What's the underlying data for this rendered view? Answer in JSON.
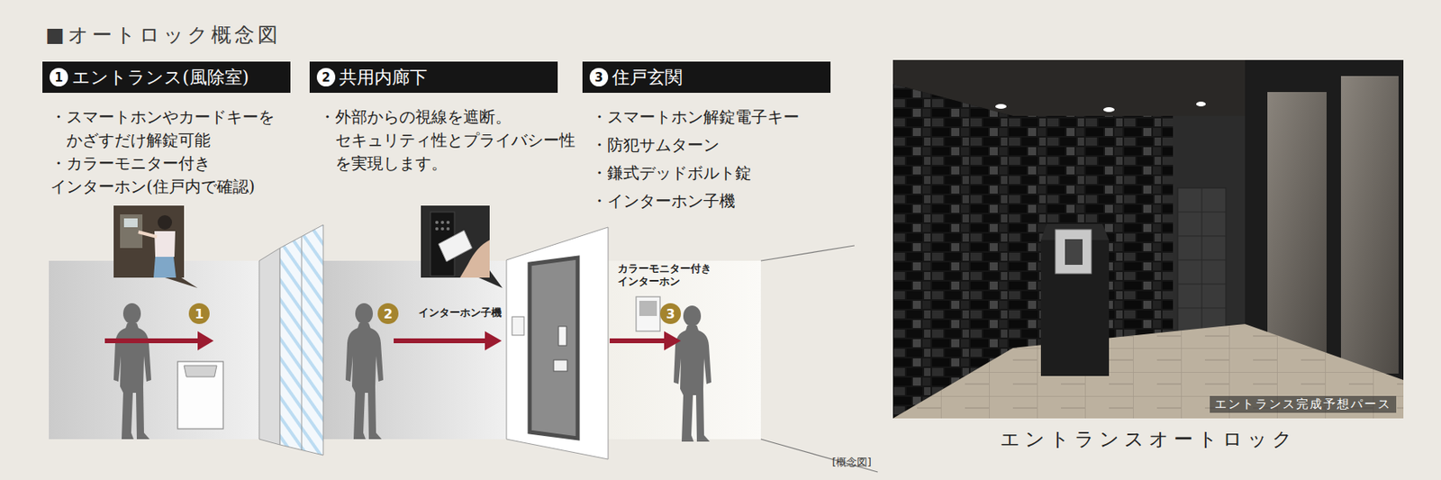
{
  "diagram": {
    "title": "■オートロック概念図",
    "caption": "エントランスオートロック",
    "nodes": [
      {
        "text": [
          "1",
          "エントランス(風除室)"
        ]
      },
      {
        "text": [
          "2",
          "共用内廊下"
        ]
      },
      {
        "text": [
          "3",
          "住戸玄関"
        ]
      },
      {
        "text": [
          "1"
        ]
      },
      {
        "text": [
          "2"
        ]
      },
      {
        "text": [
          "3"
        ]
      }
    ],
    "labels": [
      "・スマートホンやカードキーを かざすだけ解錠可能",
      "・カラーモニター付き インターホン(住戸内で確認)",
      "・外部からの視線を遮断。 セキュリティ性とプライバシー性 を実現します。",
      "・スマートホン解錠電子キー",
      "・防犯サムターン",
      "・鎌式デッドボルト錠",
      "・インターホン子機",
      "インターホン子機",
      "カラーモニター付き インターホン",
      "[概念図]",
      "エントランス完成予想パース"
    ]
  }
}
